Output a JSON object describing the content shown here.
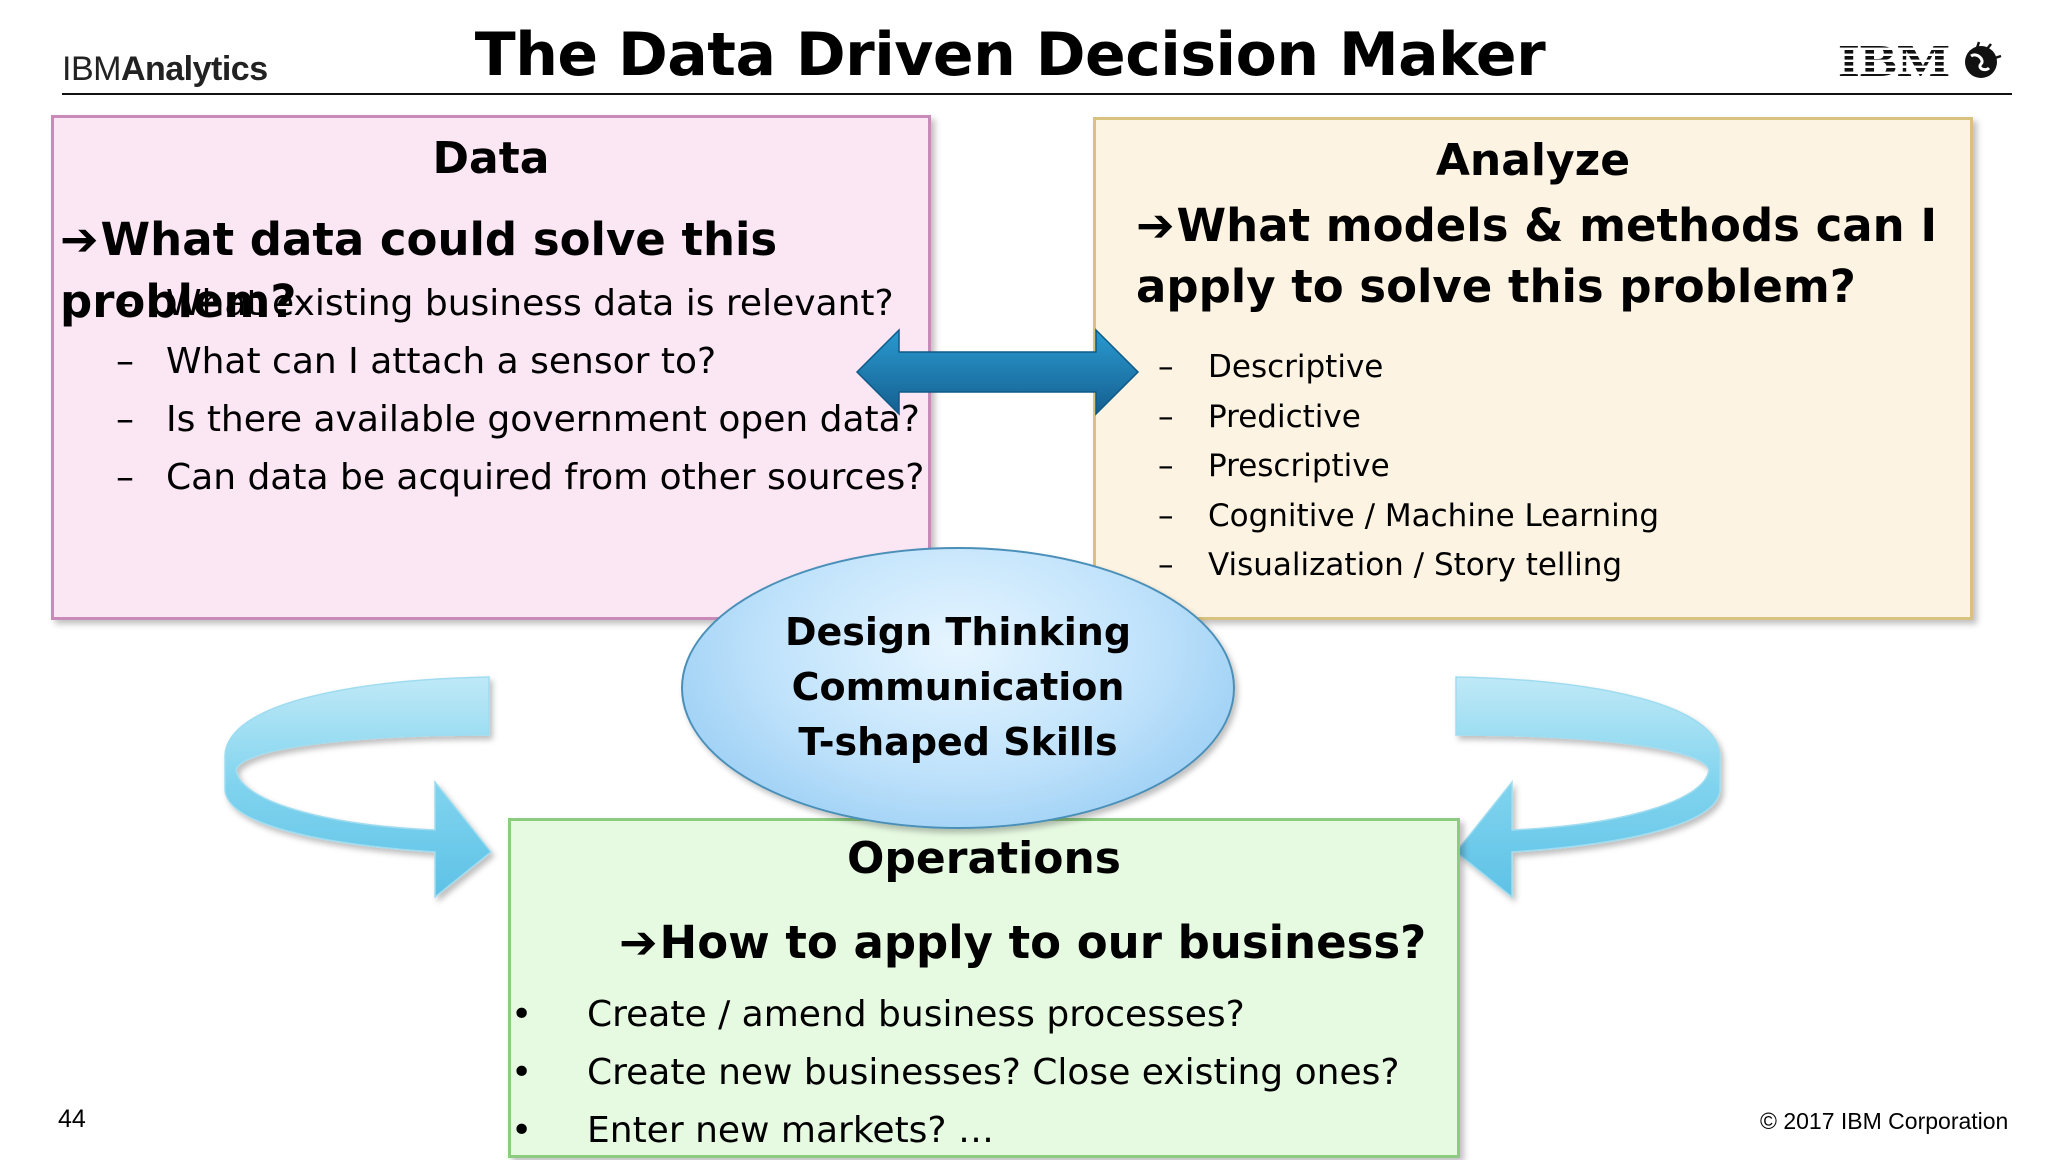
{
  "header": {
    "brand_light": "IBM",
    "brand_bold": "Analytics",
    "title": "The Data Driven Decision Maker",
    "logo_text": "IBM"
  },
  "boxes": {
    "data": {
      "title": "Data",
      "question": "What data could solve this problem?",
      "items": [
        "What existing business data is relevant?",
        "What can I attach a sensor to?",
        "Is there available government open data?",
        "Can data be acquired from other sources?"
      ]
    },
    "analyze": {
      "title": "Analyze",
      "question_line1": "What models & methods can I",
      "question_line2": "apply to solve this problem?",
      "items": [
        "Descriptive",
        "Predictive",
        "Prescriptive",
        "Cognitive / Machine Learning",
        "Visualization / Story telling"
      ]
    },
    "operations": {
      "title": "Operations",
      "question": "How to apply to our business?",
      "items": [
        "Create / amend business processes?",
        "Create new businesses? Close existing ones?",
        "Enter new markets? …"
      ]
    }
  },
  "center": {
    "lines": [
      "Design Thinking",
      "Communication",
      "T-shaped Skills"
    ]
  },
  "footer": {
    "page_number": "44",
    "copyright": "© 2017 IBM Corporation"
  },
  "markers": {
    "arrow": "➔",
    "dash": "–",
    "bullet": "•"
  },
  "colors": {
    "data_fill": "#fbe6f4",
    "analyze_fill": "#fdf3e3",
    "operations_fill": "#e6f9e1",
    "double_arrow": "#1e7fb6",
    "curved_arrow": "#7fd3ee",
    "ellipse": "#bfe2fb"
  }
}
